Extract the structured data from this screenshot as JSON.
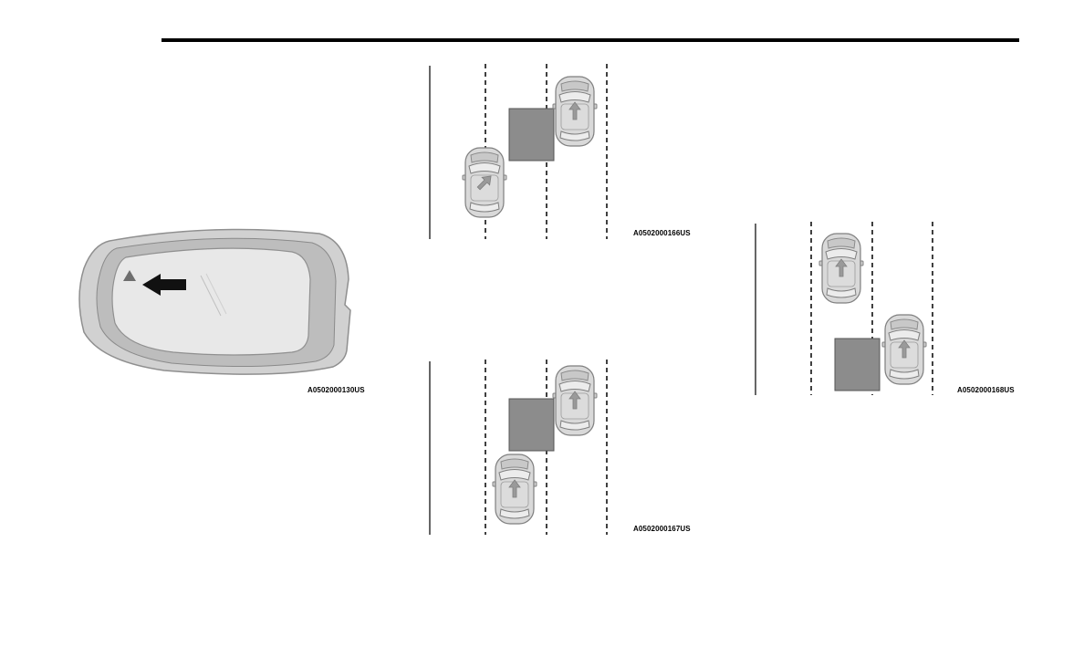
{
  "figures": {
    "mirror": {
      "code": "A0502000130US",
      "icon": "blind-spot-warning-triangle"
    },
    "scenario_1": {
      "code": "A0502000166US"
    },
    "scenario_2": {
      "code": "A0502000167US"
    },
    "scenario_3": {
      "code": "A0502000168US"
    }
  },
  "colors": {
    "rule": "#000000",
    "zone": "#8c8c8c",
    "car_body": "#d9d9d9",
    "car_outline": "#808080",
    "mirror_housing": "#cfcfcf",
    "mirror_glass": "#e6e6e6"
  }
}
